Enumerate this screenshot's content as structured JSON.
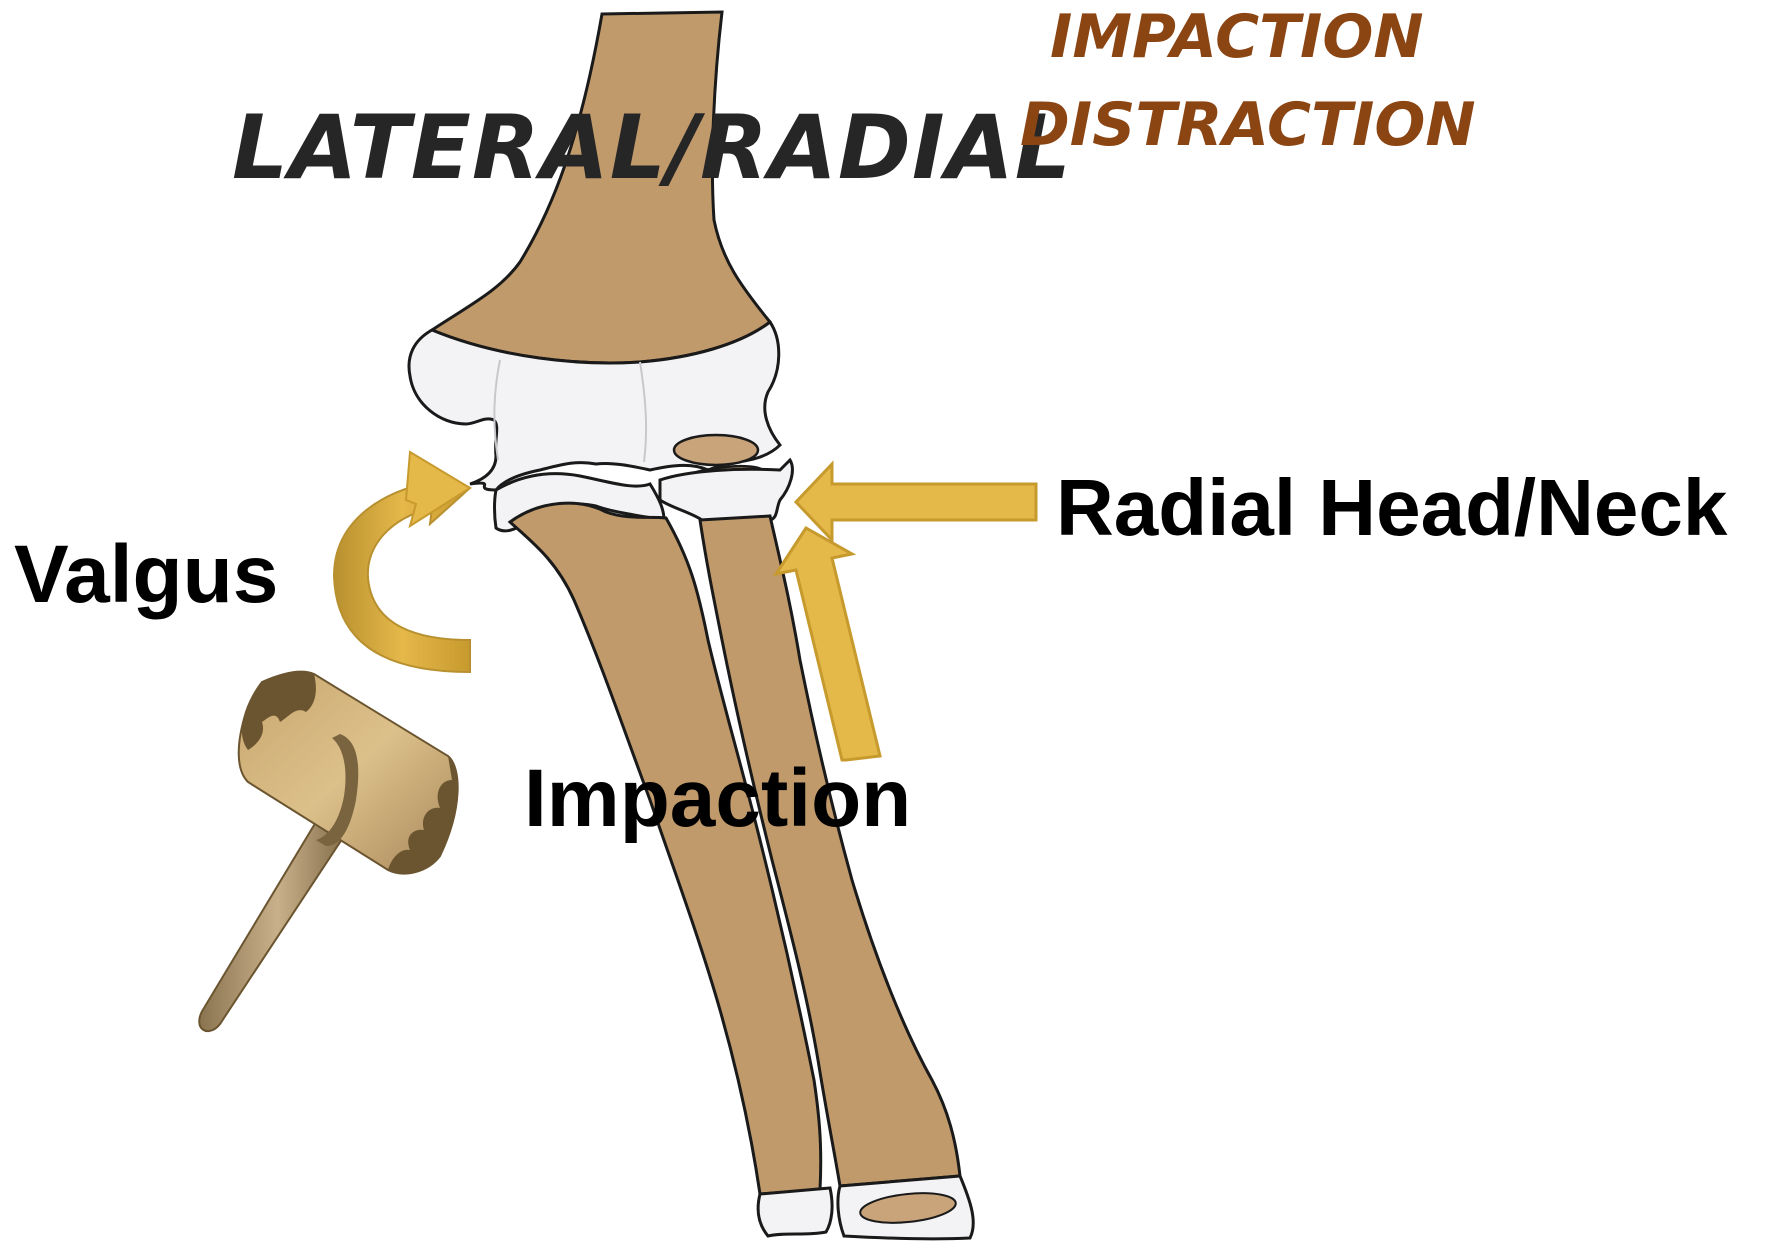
{
  "labels": {
    "region": "LATERAL/RADIAL",
    "mechanism_top": "IMPACTION",
    "mechanism_bottom": "DISTRACTION",
    "fracture_site": "Radial Head/Neck",
    "force_rotation": "Valgus",
    "force_axial": "Impaction"
  },
  "colors": {
    "bone": "#c19a6b",
    "cartilage": "#f3f3f5",
    "outline": "#1a1a1a",
    "arrow_fill": "#e5b84a",
    "arrow_stroke": "#c79a2e",
    "mechanism_text": "#8b4513",
    "region_text": "#262626",
    "hammer_head": "#a8865a",
    "hammer_dark": "#6b5530",
    "hammer_handle": "#a08a63"
  },
  "icons": {
    "valgus_arrow": "curved-arrow-icon",
    "impaction_arrow": "straight-arrow-icon",
    "hammer": "mallet-icon"
  }
}
